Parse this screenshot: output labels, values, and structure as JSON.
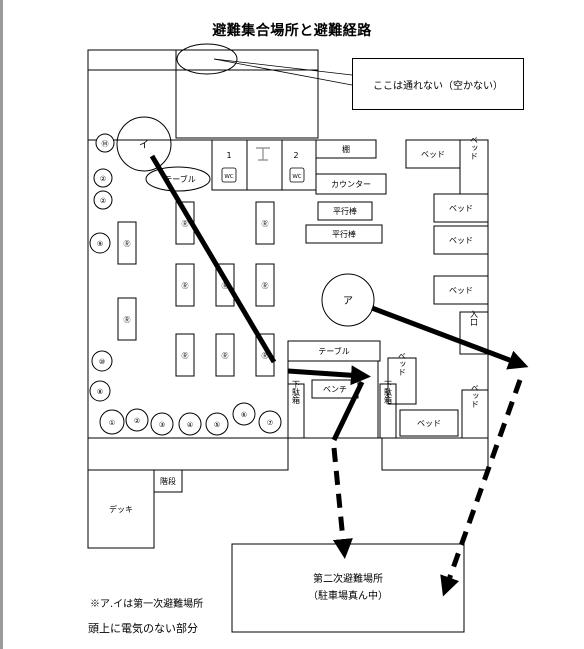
{
  "title": "避難集合場所と避難経路",
  "callout_text": "ここは通れない（空かない）",
  "labels": {
    "wc1_num": "1",
    "wc2_num": "2",
    "wc": "WC",
    "shelf": "棚",
    "counter": "カウンター",
    "parallel_bars_1": "平行棒",
    "parallel_bars_2": "平行棒",
    "table_left": "テーブル",
    "table_center": "テーブル",
    "bench": "ベンチ",
    "shoe_box": "下駄箱",
    "shoe_box_2": "下駄箱",
    "bed": "ベッド",
    "entrance": "入口",
    "deck": "デッキ",
    "stairs": "階段",
    "assembly_a": "ア",
    "assembly_i": "イ",
    "secondary_area": "第二次避難場所",
    "secondary_area_sub": "（駐車場真ん中）"
  },
  "circle_marks": {
    "m": "Ⓜ",
    "r": "Ⓡ",
    "n10": "⑩",
    "n9": "⑨",
    "n8": "⑧",
    "n7": "⑦",
    "n6": "⑥",
    "n5": "⑤",
    "n4": "④",
    "n3": "③",
    "n2": "②",
    "n1": "①"
  },
  "notes": {
    "note_1": "※ア.イは第一次避難場所",
    "note_2": "頭上に電気のない部分"
  }
}
